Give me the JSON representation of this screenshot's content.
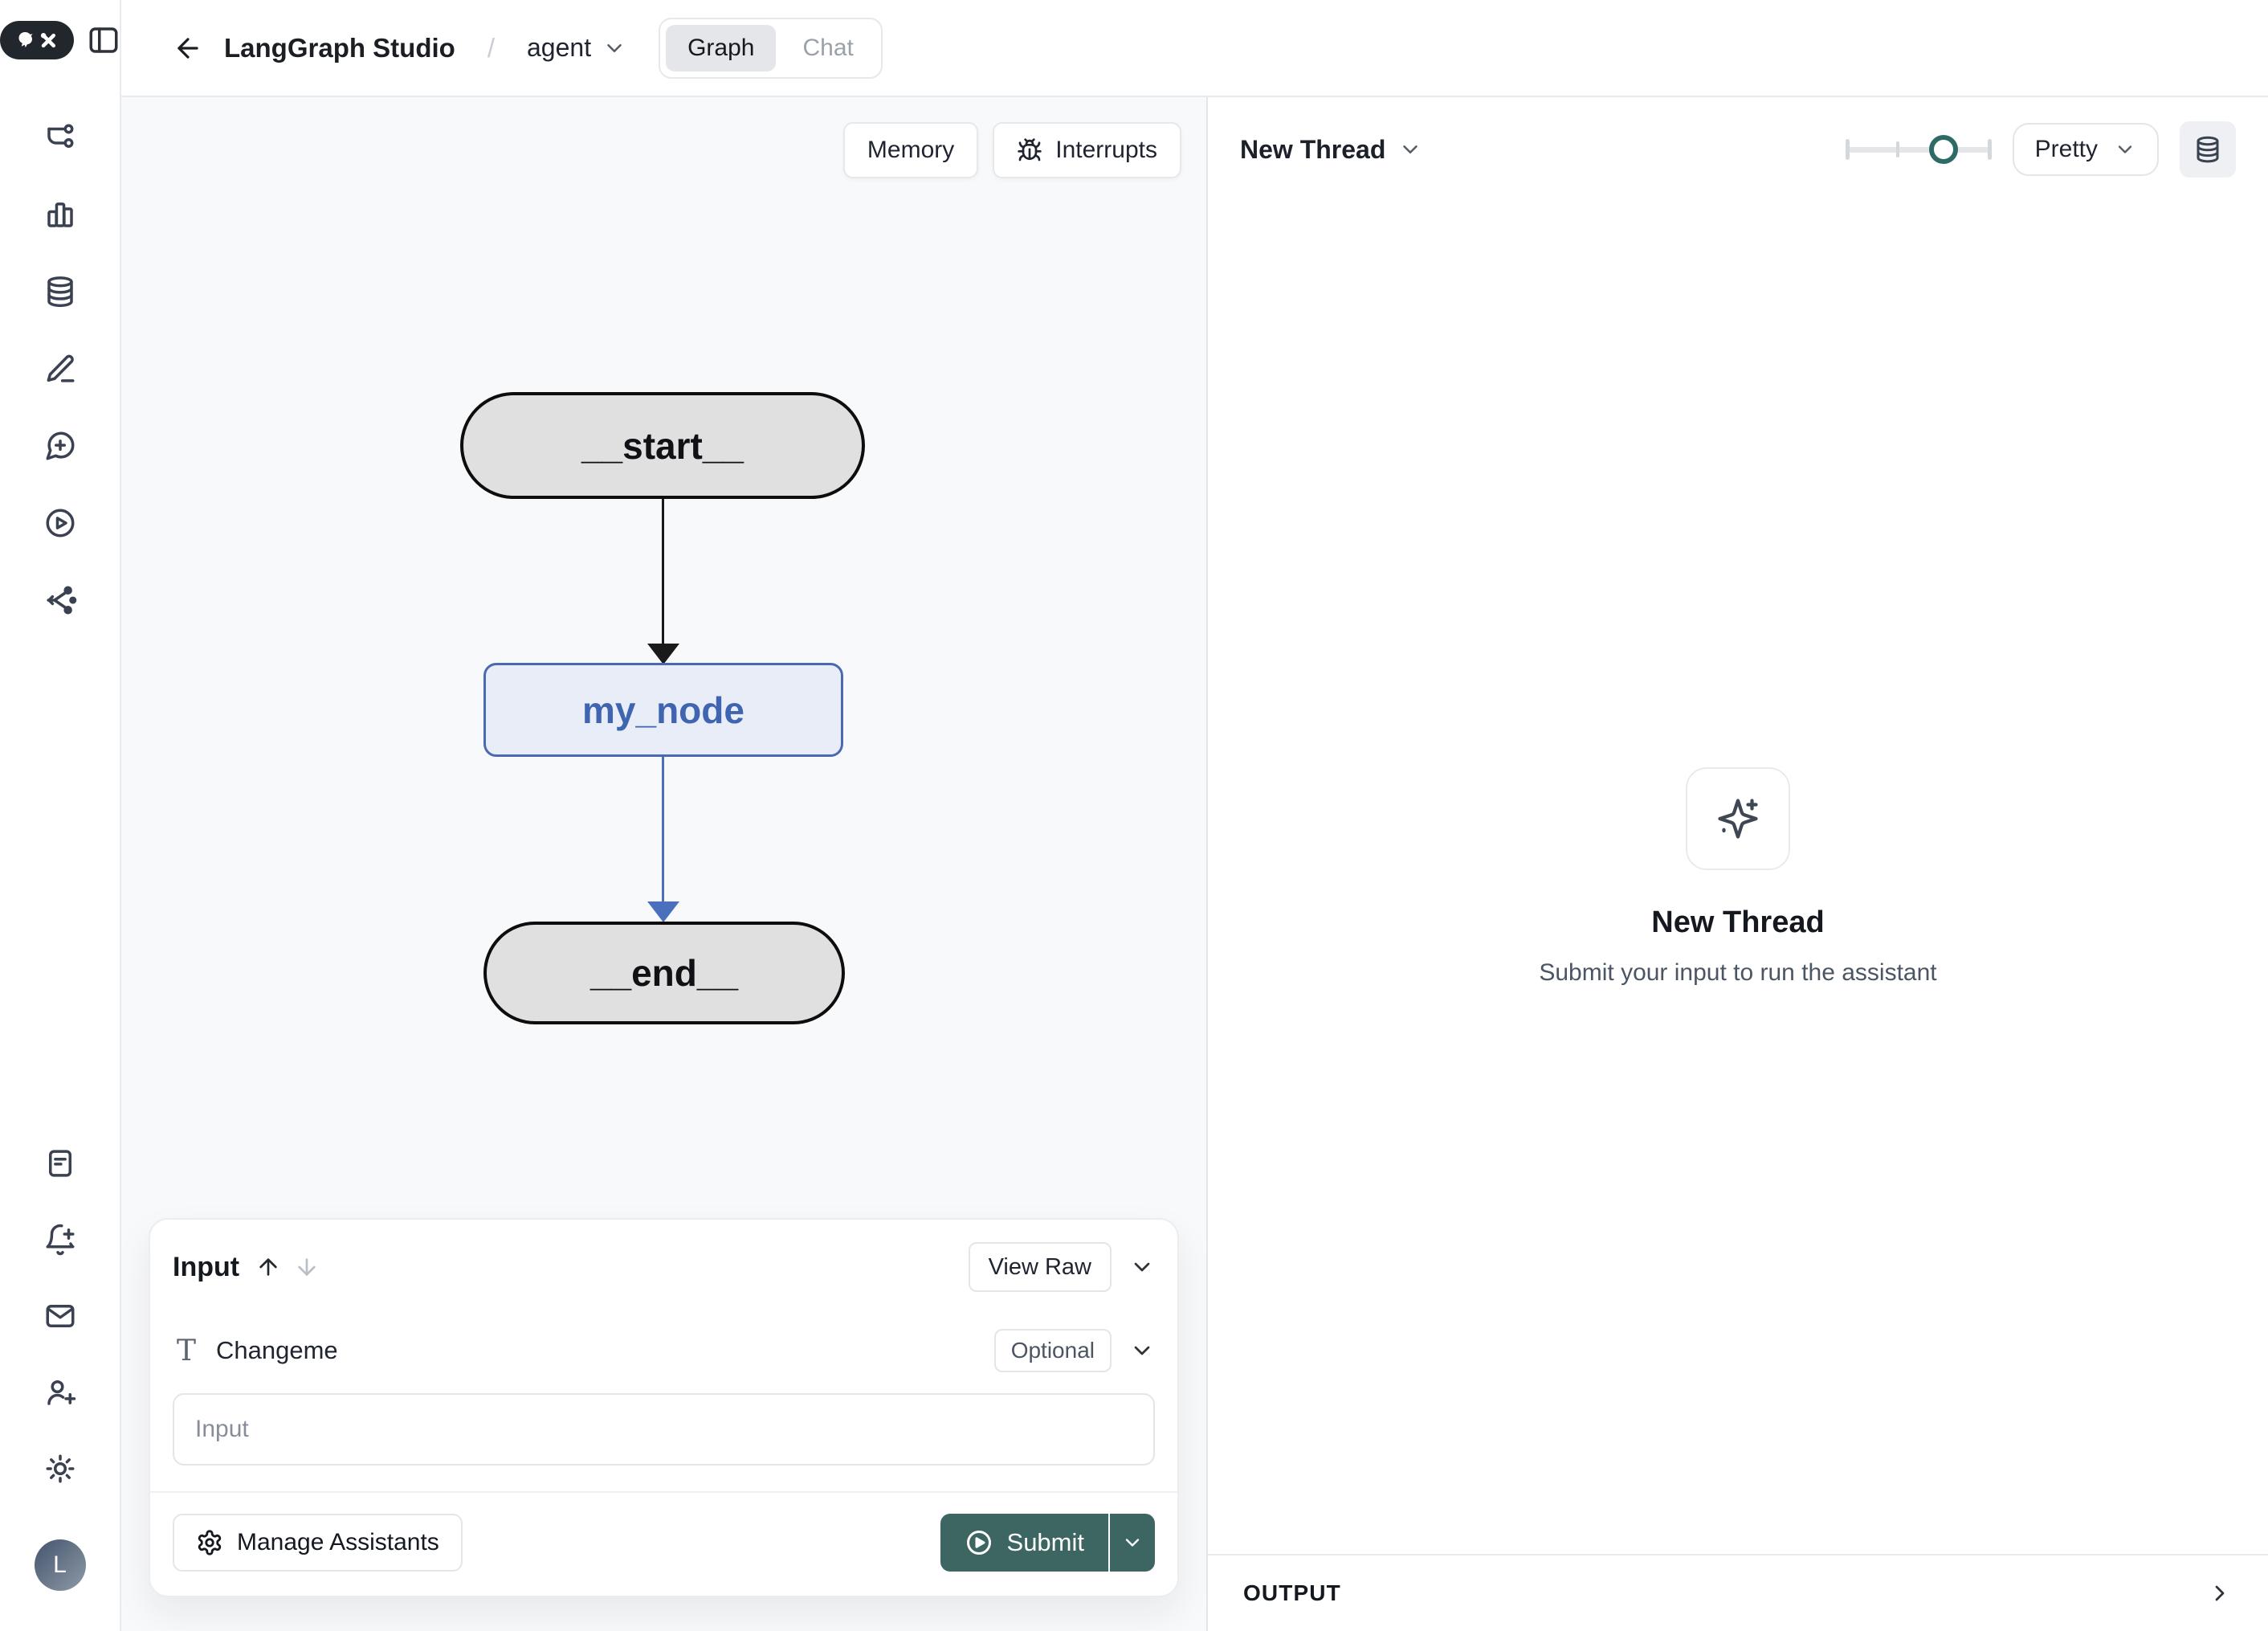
{
  "header": {
    "title": "LangGraph Studio",
    "breadcrumb_separator": "/",
    "agent_selector": "agent",
    "tabs": [
      {
        "label": "Graph",
        "active": true
      },
      {
        "label": "Chat",
        "active": false
      }
    ]
  },
  "canvas": {
    "memory_button": "Memory",
    "interrupts_button": "Interrupts",
    "nodes": [
      {
        "id": "__start__",
        "label": "__start__",
        "type": "terminal"
      },
      {
        "id": "my_node",
        "label": "my_node",
        "type": "task"
      },
      {
        "id": "__end__",
        "label": "__end__",
        "type": "terminal"
      }
    ],
    "edges": [
      {
        "from": "__start__",
        "to": "my_node",
        "color": "#1a1a1a"
      },
      {
        "from": "my_node",
        "to": "__end__",
        "color": "#4a6fbd"
      }
    ]
  },
  "input_panel": {
    "title": "Input",
    "view_raw_label": "View Raw",
    "field": {
      "type_glyph": "T",
      "label": "Changeme",
      "badge": "Optional",
      "input_placeholder": "Input",
      "input_value": ""
    },
    "manage_assistants_label": "Manage Assistants",
    "submit_label": "Submit"
  },
  "thread_panel": {
    "title": "New Thread",
    "zoom_slider": {
      "value_percent": 67
    },
    "render_mode": "Pretty",
    "empty_state": {
      "title": "New Thread",
      "subtitle": "Submit your input to run the assistant"
    },
    "output_label": "OUTPUT"
  },
  "sidebar": {
    "top_icons": [
      "workflow-icon",
      "bar-chart-icon",
      "database-icon",
      "pen-icon",
      "message-plus-icon",
      "play-circle-icon",
      "share-icon"
    ],
    "bottom_icons": [
      "note-icon",
      "bell-plus-icon",
      "mail-icon",
      "user-plus-icon",
      "sun-icon"
    ],
    "avatar_initial": "L"
  },
  "colors": {
    "accent_teal": "#3d6663",
    "slider_thumb_ring": "#2e6b66",
    "node_gray_fill": "#e0e0e0",
    "node_blue_fill": "#e9edf8",
    "node_blue_border": "#4a69b2",
    "canvas_bg": "#f8f9fb"
  }
}
